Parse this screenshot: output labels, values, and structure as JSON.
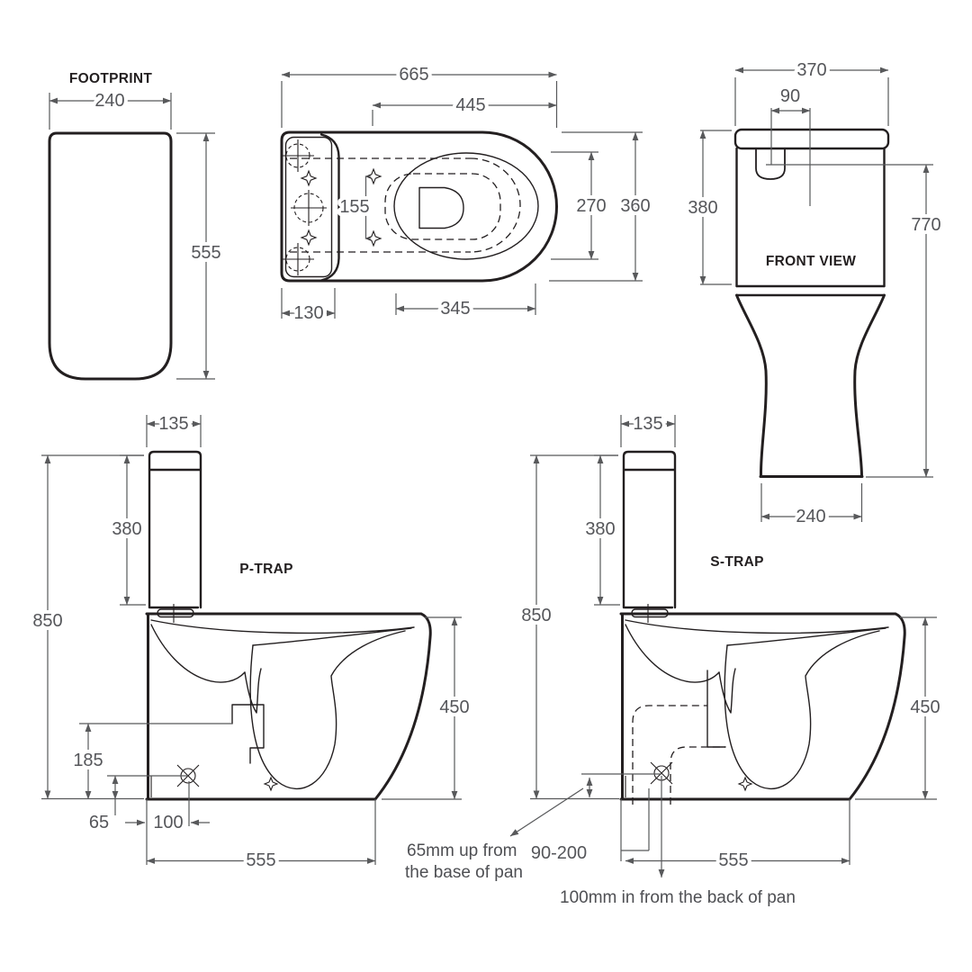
{
  "drawing_title": "Toilet suite technical dimension drawing",
  "colors": {
    "outline": "#231f20",
    "dimension": "#58595b",
    "background": "#ffffff"
  },
  "views": {
    "footprint": {
      "label": "FOOTPRINT",
      "dims": {
        "width": "240",
        "depth": "555"
      }
    },
    "plan": {
      "dims": {
        "overall_length": "665",
        "seat_length": "445",
        "hinge_hole_spacing": "155",
        "cistern_depth": "130",
        "bowl_length": "345",
        "bowl_width": "270",
        "overall_width": "360"
      }
    },
    "front": {
      "label": "FRONT VIEW",
      "dims": {
        "overall_width": "370",
        "button_offset": "90",
        "cistern_height": "380",
        "height_to_inlet": "770",
        "base_width": "240"
      }
    },
    "p_trap": {
      "label": "P-TRAP",
      "dims": {
        "cistern_depth": "135",
        "cistern_height": "380",
        "overall_height": "850",
        "pan_height": "450",
        "outlet_height": "185",
        "outlet_up": "65",
        "outlet_in": "100",
        "overall_depth": "555"
      }
    },
    "s_trap": {
      "label": "S-TRAP",
      "dims": {
        "cistern_depth": "135",
        "cistern_height": "380",
        "overall_height": "850",
        "pan_height": "450",
        "setout_range": "90-200",
        "overall_depth": "555"
      }
    }
  },
  "annotations": {
    "outlet_up_line1": "65mm up from",
    "outlet_up_line2": "the base of pan",
    "outlet_in": "100mm in from the back of pan"
  }
}
